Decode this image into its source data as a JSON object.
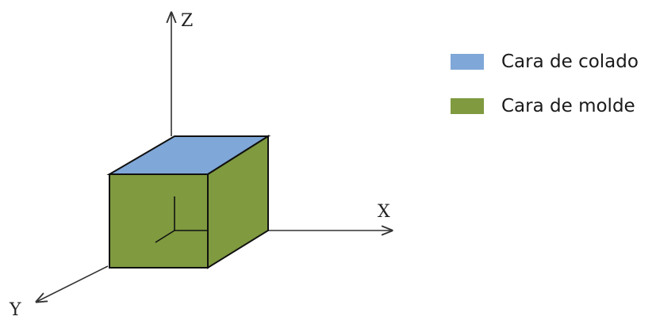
{
  "axes": {
    "x_label": "X",
    "y_label": "Y",
    "z_label": "Z"
  },
  "colors": {
    "top_face": "#7fa7d8",
    "side_faces": "#7f9a3f",
    "edge": "#111111",
    "axis": "#333333"
  },
  "legend": {
    "items": [
      {
        "label": "Cara de colado",
        "color": "#7fa7d8"
      },
      {
        "label": "Cara de molde",
        "color": "#7f9a3f"
      }
    ]
  }
}
